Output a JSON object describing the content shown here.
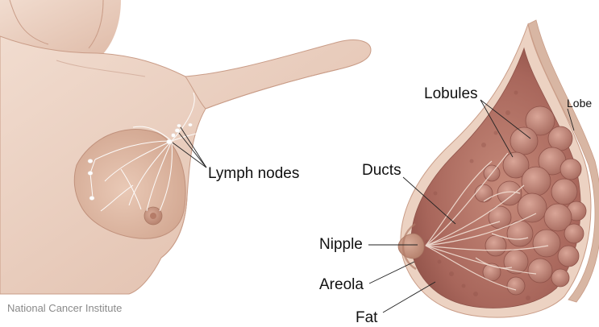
{
  "labels": {
    "lymph_nodes": "Lymph nodes",
    "lobules": "Lobules",
    "lobe": "Lobe",
    "ducts": "Ducts",
    "nipple": "Nipple",
    "areola": "Areola",
    "fat": "Fat"
  },
  "credit": "National Cancer Institute",
  "colors": {
    "skin": "#ecd2c2",
    "skin_shadow": "#d4ad98",
    "tissue": "#a8665b",
    "lobule": "#c08577",
    "lymph": "#ffffff"
  }
}
